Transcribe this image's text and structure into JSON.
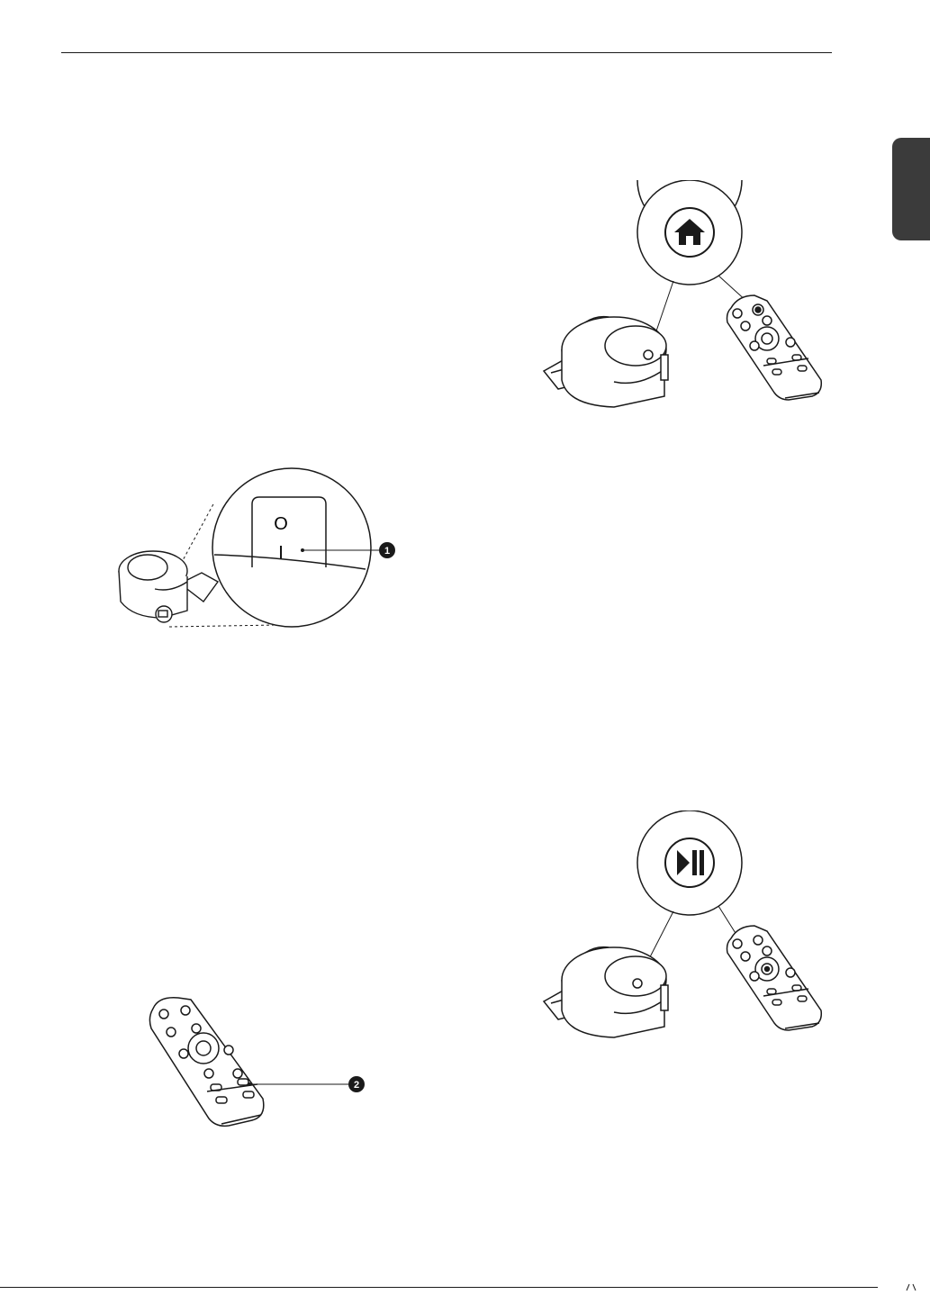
{
  "page": {
    "side_tab_label": ""
  },
  "figures": {
    "home_figure": {
      "button_icon": "home-icon"
    },
    "power_switch_figure": {
      "switch_off_symbol": "O",
      "switch_on_symbol": "I",
      "callout": "1"
    },
    "remote_figure": {
      "callout": "2"
    },
    "start_pause_figure": {
      "button_icon": "play-pause-icon"
    }
  },
  "colors": {
    "line": "#1a1a1a",
    "tab": "#3b3b3b",
    "background": "#ffffff"
  }
}
